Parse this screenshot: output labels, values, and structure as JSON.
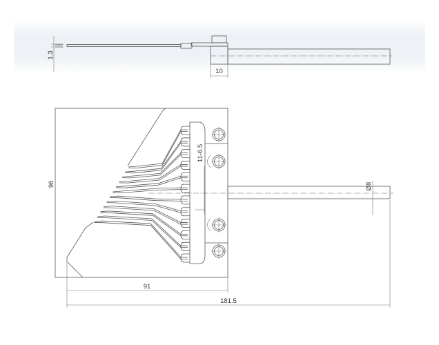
{
  "title": "Fiber array drawing",
  "top_view": {
    "dims": {
      "thickness": "1.3",
      "block_width": "10"
    }
  },
  "front_view": {
    "fiber_count": 12,
    "mounting_holes": 4,
    "dims": {
      "height": "96",
      "plate_width": "91",
      "total_length": "181.5",
      "pitch": "11-6.5",
      "shaft_diameter": "Ø8"
    }
  },
  "colors": {
    "line": "#555555",
    "band": "#eef2f6"
  }
}
